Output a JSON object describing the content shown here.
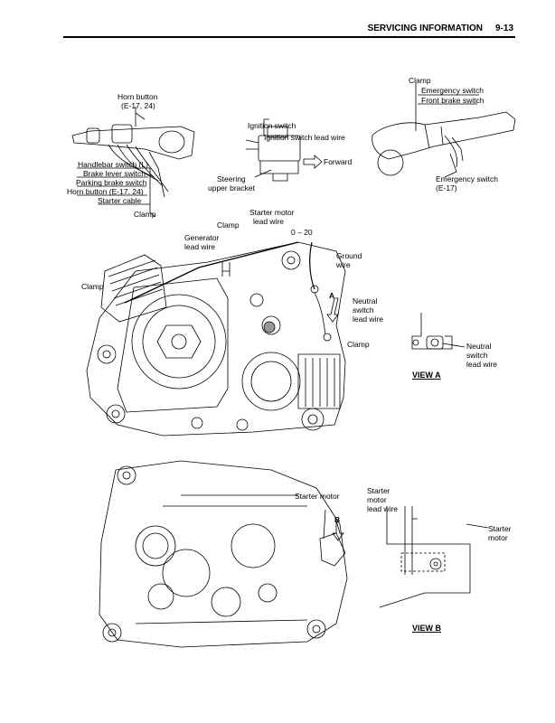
{
  "header": {
    "section": "SERVICING INFORMATION",
    "page": "9-13"
  },
  "labels": {
    "horn_button": "Horn button",
    "horn_button_ref": "(E-17, 24)",
    "handlebar_switch": "Handlebar switch (L)",
    "brake_lever_switch": "Brake lever switch",
    "parking_brake_switch": "Parking brake switch",
    "horn_button_item": "Horn button (E-17, 24)",
    "starter_cable": "Starter cable",
    "clamp_1": "Clamp",
    "ignition_switch": "Ignition switch",
    "ignition_switch_lead_wire": "Ignition switch lead wire",
    "forward": "Forward",
    "steering_1": "Steering",
    "steering_2": "upper bracket",
    "clamp_top_right": "Clamp",
    "emergency_switch": "Emergency switch",
    "front_brake_switch": "Front brake switch",
    "emergency_switch_2": "Emergency switch",
    "emergency_switch_ref": "(E-17)",
    "clamp_2": "Clamp",
    "starter_motor_lead_wire_1": "Starter motor",
    "starter_motor_lead_wire_2": "lead wire",
    "generator_lead_wire_1": "Generator",
    "generator_lead_wire_2": "lead wire",
    "range": "0 – 20",
    "ground_wire_1": "Ground",
    "ground_wire_2": "wire",
    "clamp_3": "Clamp",
    "arrow_a": "A",
    "neutral_1": "Neutral",
    "neutral_2": "switch",
    "neutral_3": "lead wire",
    "clamp_4": "Clamp",
    "viewa_neutral_1": "Neutral",
    "viewa_neutral_2": "switch",
    "viewa_neutral_3": "lead wire",
    "view_a": "VIEW A",
    "starter_motor": "Starter motor",
    "arrow_b": "B",
    "viewb_lead_1": "Starter",
    "viewb_lead_2": "motor",
    "viewb_lead_3": "lead wire",
    "viewb_motor_1": "Starter",
    "viewb_motor_2": "motor",
    "view_b": "VIEW B"
  },
  "icons": {
    "forward_arrow": "right-arrow-icon",
    "view_arrow": "down-arrow-icon"
  }
}
